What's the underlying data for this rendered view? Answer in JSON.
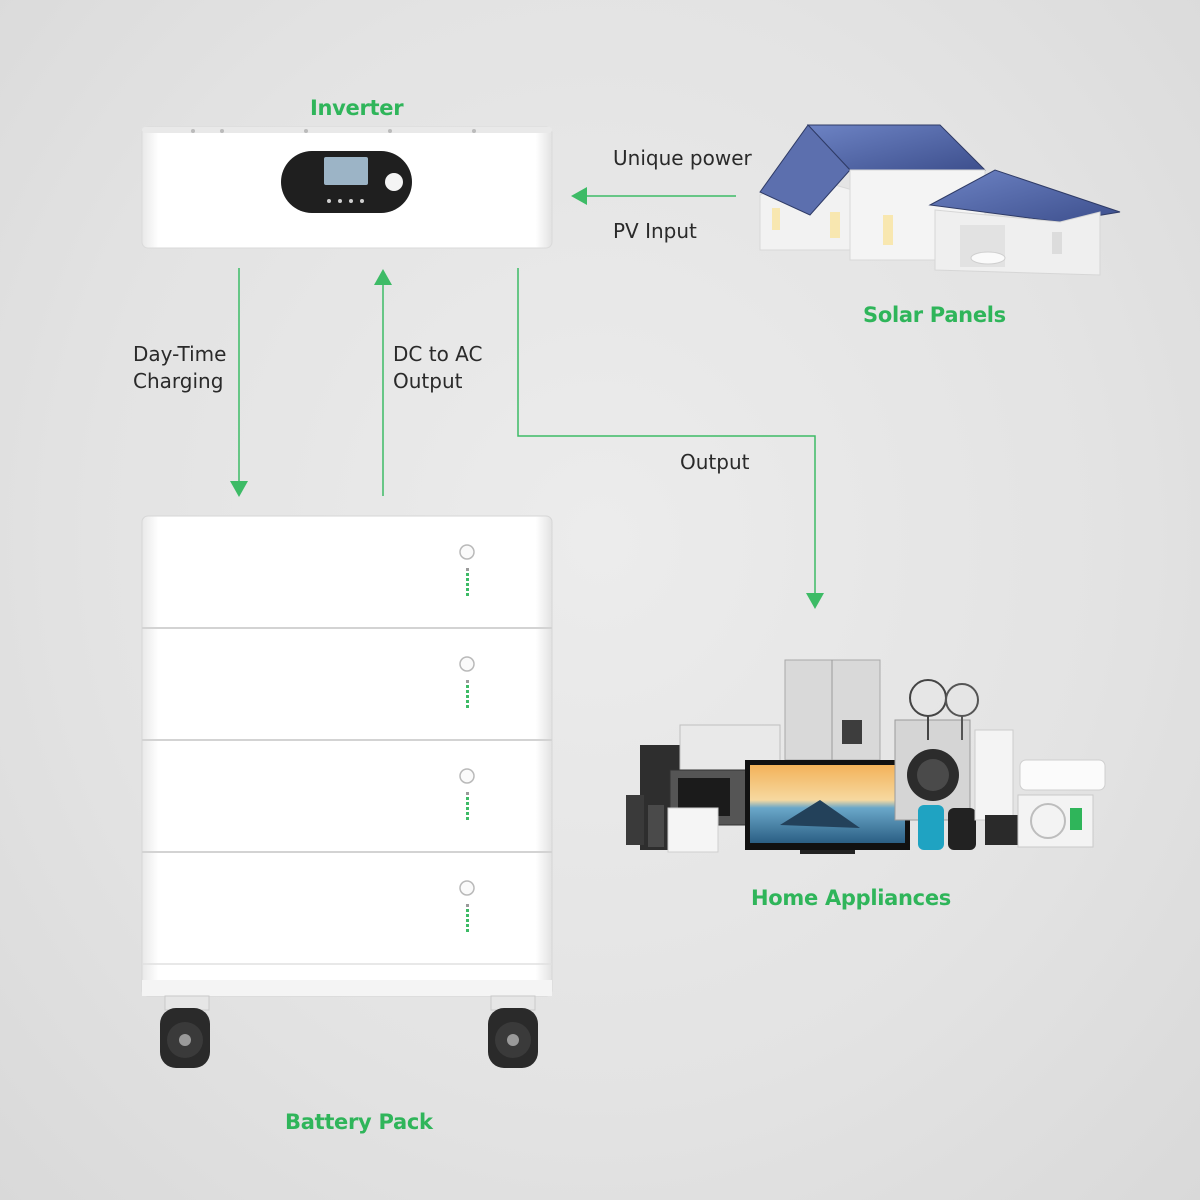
{
  "titles": {
    "inverter": "Inverter",
    "solar": "Solar Panels",
    "appliances": "Home Appliances",
    "battery": "Battery Pack"
  },
  "flows": {
    "pv_top": "Unique power",
    "pv_bottom": "PV Input",
    "charging": "Day-Time\nCharging",
    "dc_ac": "DC to AC\nOutput",
    "output": "Output"
  },
  "colors": {
    "accent": "#2fb55a",
    "arrow": "#3dbb66",
    "text": "#2a2a2a",
    "panel_blue": "#4b5f9e"
  },
  "icons": [
    "inverter-unit",
    "solar-house",
    "home-appliances",
    "battery-stack"
  ],
  "battery": {
    "modules": 4
  }
}
